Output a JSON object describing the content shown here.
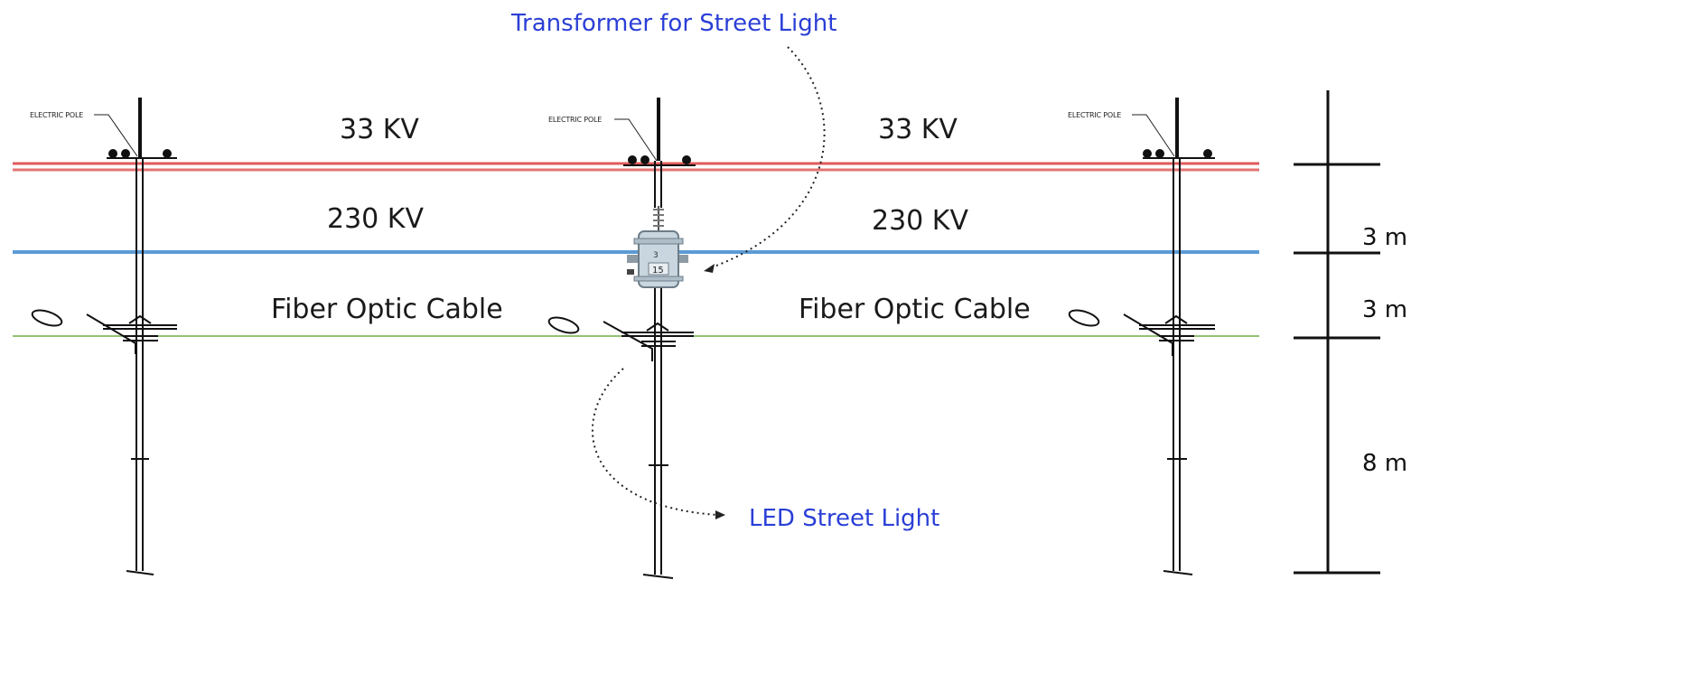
{
  "callouts": {
    "transformer": "Transformer for Street Light",
    "led": "LED Street Light"
  },
  "lines": {
    "left": {
      "hv33": "33 KV",
      "hv230": "230 KV",
      "fiber": "Fiber Optic Cable"
    },
    "right": {
      "hv33": "33 KV",
      "hv230": "230 KV",
      "fiber": "Fiber Optic Cable"
    }
  },
  "poles": [
    {
      "tag": "ELECTRIC POLE"
    },
    {
      "tag": "ELECTRIC POLE"
    },
    {
      "tag": "ELECTRIC POLE"
    }
  ],
  "transformer_plate": {
    "top": "3",
    "number": "15"
  },
  "dimensions": {
    "seg1": "3 m",
    "seg2": "3 m",
    "seg3": "8 m"
  },
  "colors": {
    "line_33kv": "#e05a5a",
    "line_230kv": "#5b9bd5",
    "line_fiber": "#70ad47",
    "callout_text": "#2b3fd6"
  }
}
